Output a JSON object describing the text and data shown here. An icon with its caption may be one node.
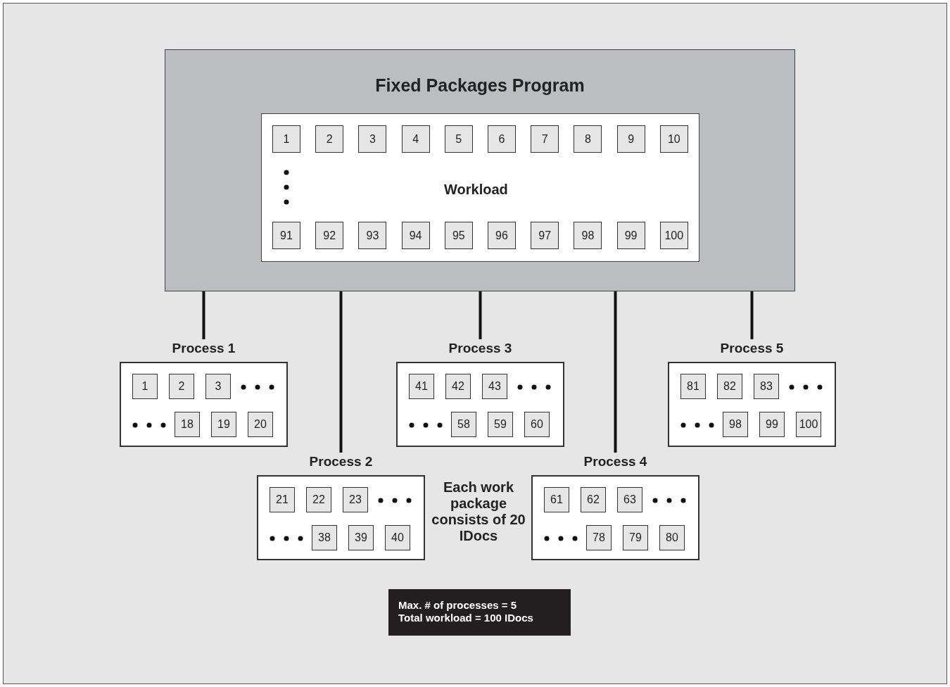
{
  "diagram": {
    "nodes": [
      {
        "text": [
          "Fixed Packages Program"
        ]
      },
      {
        "text": [
          "Workload"
        ],
        "in": 0
      },
      {
        "text": [
          "1"
        ],
        "in": 1
      },
      {
        "text": [
          "2"
        ],
        "in": 1
      },
      {
        "text": [
          "3"
        ],
        "in": 1
      },
      {
        "text": [
          "4"
        ],
        "in": 1
      },
      {
        "text": [
          "5"
        ],
        "in": 1
      },
      {
        "text": [
          "6"
        ],
        "in": 1
      },
      {
        "text": [
          "7"
        ],
        "in": 1
      },
      {
        "text": [
          "8"
        ],
        "in": 1
      },
      {
        "text": [
          "9"
        ],
        "in": 1
      },
      {
        "text": [
          "10"
        ],
        "in": 1
      },
      {
        "text": [
          "91"
        ],
        "in": 1
      },
      {
        "text": [
          "92"
        ],
        "in": 1
      },
      {
        "text": [
          "93"
        ],
        "in": 1
      },
      {
        "text": [
          "94"
        ],
        "in": 1
      },
      {
        "text": [
          "95"
        ],
        "in": 1
      },
      {
        "text": [
          "96"
        ],
        "in": 1
      },
      {
        "text": [
          "97"
        ],
        "in": 1
      },
      {
        "text": [
          "98"
        ],
        "in": 1
      },
      {
        "text": [
          "99"
        ],
        "in": 1
      },
      {
        "text": [
          "100"
        ],
        "in": 1
      },
      {
        "text": [
          "Process 1"
        ]
      },
      {
        "text": [
          "1"
        ],
        "in": 22
      },
      {
        "text": [
          "2"
        ],
        "in": 22
      },
      {
        "text": [
          "3"
        ],
        "in": 22
      },
      {
        "text": [
          "18"
        ],
        "in": 22
      },
      {
        "text": [
          "19"
        ],
        "in": 22
      },
      {
        "text": [
          "20"
        ],
        "in": 22
      },
      {
        "text": [
          "Process 2"
        ]
      },
      {
        "text": [
          "21"
        ],
        "in": 29
      },
      {
        "text": [
          "22"
        ],
        "in": 29
      },
      {
        "text": [
          "23"
        ],
        "in": 29
      },
      {
        "text": [
          "38"
        ],
        "in": 29
      },
      {
        "text": [
          "39"
        ],
        "in": 29
      },
      {
        "text": [
          "40"
        ],
        "in": 29
      },
      {
        "text": [
          "Process 3"
        ]
      },
      {
        "text": [
          "41"
        ],
        "in": 36
      },
      {
        "text": [
          "42"
        ],
        "in": 36
      },
      {
        "text": [
          "43"
        ],
        "in": 36
      },
      {
        "text": [
          "58"
        ],
        "in": 36
      },
      {
        "text": [
          "59"
        ],
        "in": 36
      },
      {
        "text": [
          "60"
        ],
        "in": 36
      },
      {
        "text": [
          "Process 4"
        ]
      },
      {
        "text": [
          "61"
        ],
        "in": 43
      },
      {
        "text": [
          "62"
        ],
        "in": 43
      },
      {
        "text": [
          "63"
        ],
        "in": 43
      },
      {
        "text": [
          "78"
        ],
        "in": 43
      },
      {
        "text": [
          "79"
        ],
        "in": 43
      },
      {
        "text": [
          "80"
        ],
        "in": 43
      },
      {
        "text": [
          "Process 5"
        ]
      },
      {
        "text": [
          "81"
        ],
        "in": 50
      },
      {
        "text": [
          "82"
        ],
        "in": 50
      },
      {
        "text": [
          "83"
        ],
        "in": 50
      },
      {
        "text": [
          "98"
        ],
        "in": 50
      },
      {
        "text": [
          "99"
        ],
        "in": 50
      },
      {
        "text": [
          "100"
        ],
        "in": 50
      },
      {
        "text": [
          "Max. # of processes = 5",
          "Total workload = 100 IDocs"
        ]
      }
    ],
    "edges": [
      {
        "from": 0,
        "to": 22,
        "arrow": "none"
      },
      {
        "from": 0,
        "to": 29,
        "arrow": "none"
      },
      {
        "from": 0,
        "to": 36,
        "arrow": "none"
      },
      {
        "from": 0,
        "to": 43,
        "arrow": "none"
      },
      {
        "from": 0,
        "to": 50,
        "arrow": "none"
      }
    ],
    "labels": [
      "Each work package consists of 20 IDocs"
    ]
  }
}
